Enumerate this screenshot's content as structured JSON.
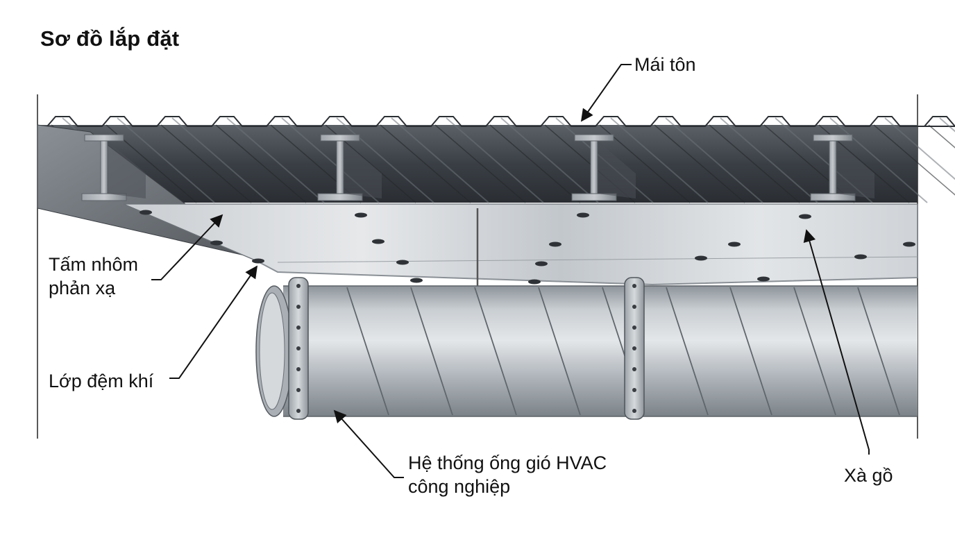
{
  "diagram": {
    "title": "Sơ đồ lắp đặt",
    "labels": {
      "roof": "Mái tôn",
      "foil": [
        "Tấm nhôm",
        "phản xạ"
      ],
      "air_layer": "Lớp đệm khí",
      "duct": [
        "Hệ thống ống gió HVAC",
        "công nghiệp"
      ],
      "purlin": "Xà gồ"
    }
  },
  "colors": {
    "roof_dark": "#3a3e43",
    "roof_light": "#7d848b",
    "foil": "#d2d6da",
    "duct": "#b8bec4",
    "text": "#111111"
  }
}
